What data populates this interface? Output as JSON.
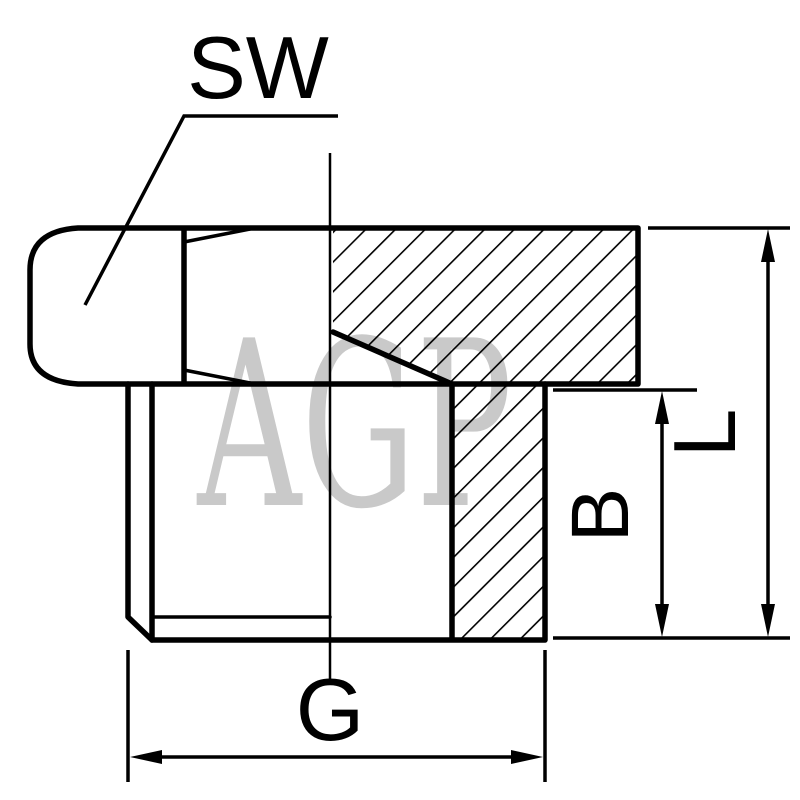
{
  "drawing": {
    "watermark": "AGP",
    "labels": {
      "sw": "SW",
      "l": "L",
      "b": "B",
      "g": "G"
    },
    "colors": {
      "line": "#000000",
      "watermark": "#c9c9c9",
      "background": "#ffffff"
    }
  }
}
